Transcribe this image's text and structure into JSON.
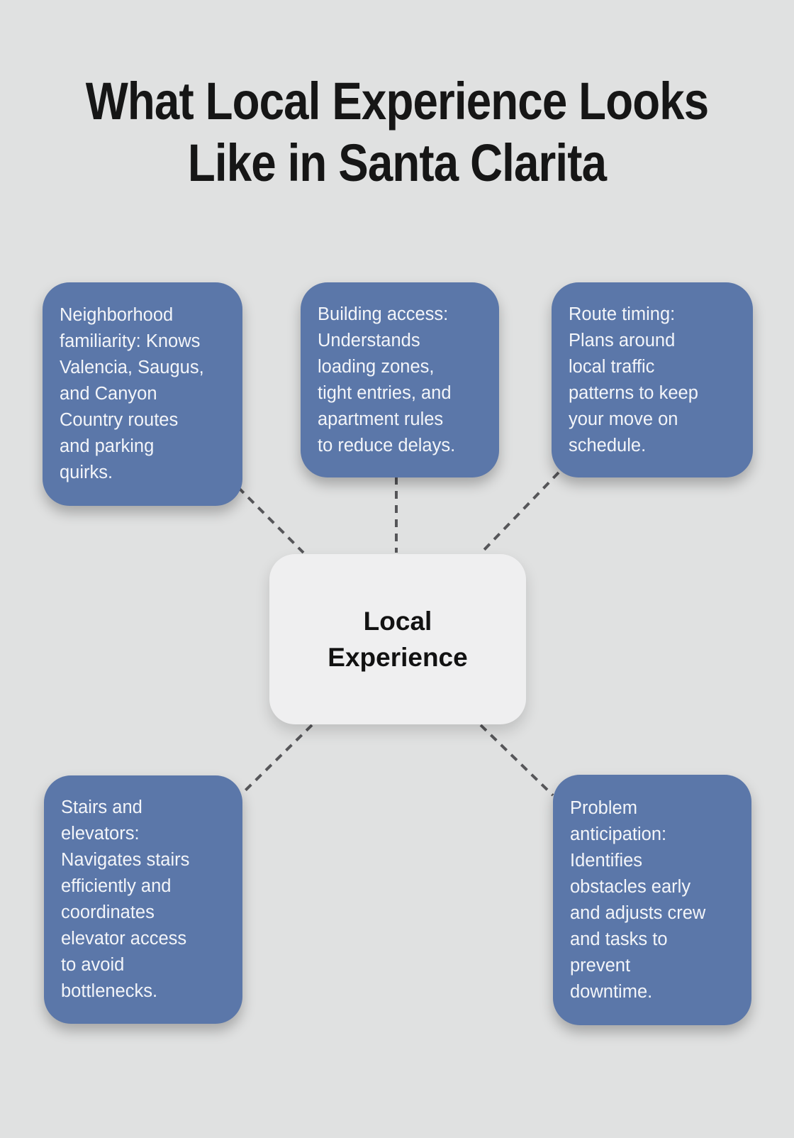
{
  "title": "What Local Experience Looks\nLike in Santa Clarita",
  "center": {
    "label": "Local\nExperience"
  },
  "nodes": [
    {
      "id": "neighborhood-familiarity",
      "text": "Neighborhood\nfamiliarity: Knows\nValencia, Saugus,\nand Canyon\nCountry routes\nand parking\nquirks."
    },
    {
      "id": "building-access",
      "text": "Building access:\nUnderstands\nloading zones,\ntight entries, and\napartment rules\nto reduce delays."
    },
    {
      "id": "route-timing",
      "text": "Route timing:\nPlans around\nlocal traffic\npatterns to keep\nyour move on\nschedule."
    },
    {
      "id": "stairs-elevators",
      "text": "Stairs and\nelevators:\nNavigates stairs\nefficiently and\ncoordinates\nelevator access\nto avoid\nbottlenecks."
    },
    {
      "id": "problem-anticipation",
      "text": "Problem\nanticipation:\nIdentifies\nobstacles early\nand adjusts crew\nand tasks to\nprevent\ndowntime."
    }
  ],
  "colors": {
    "background": "#e0e1e1",
    "node_fill": "#5b77a9",
    "node_text": "#f3f5f9",
    "center_fill": "#efeff0",
    "center_text": "#121212",
    "connector": "#565659",
    "title_text": "#161616"
  }
}
